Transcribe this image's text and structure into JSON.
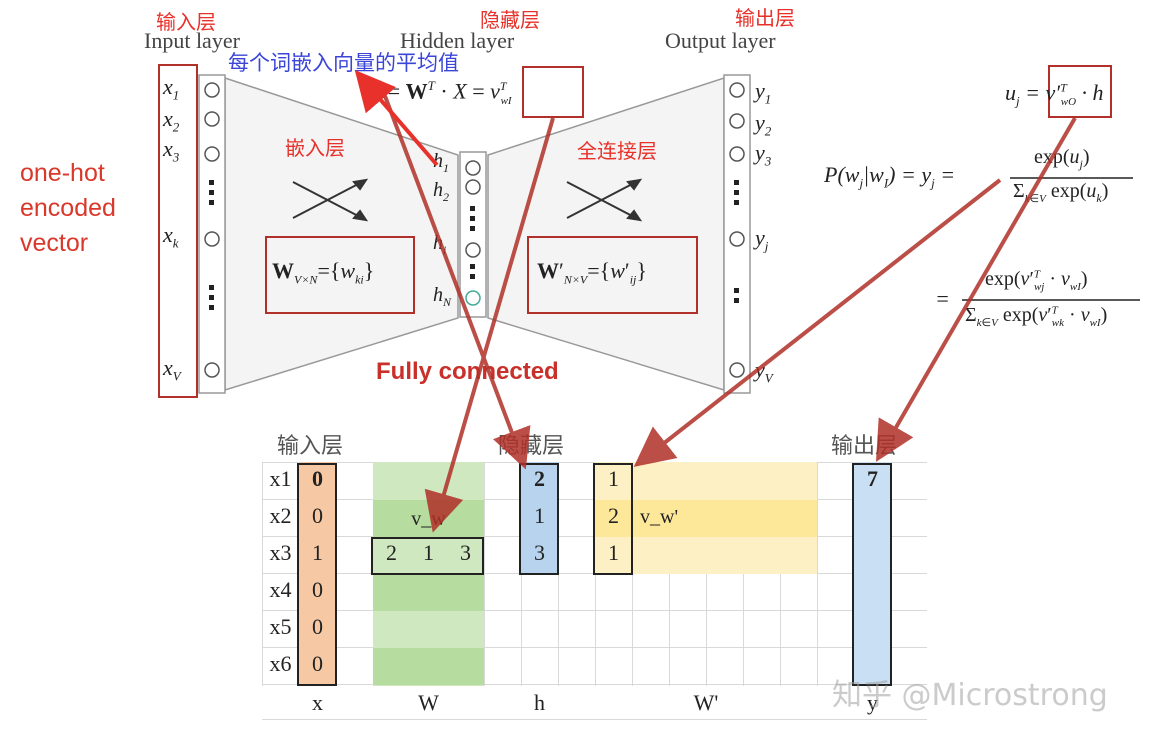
{
  "top": {
    "cn_input": "输入层",
    "cn_hidden": "隐藏层",
    "cn_output": "输出层",
    "input_layer": "Input layer",
    "hidden_layer": "Hidden layer",
    "output_layer": "Output layer",
    "blue_note": "每个词嵌入向量的平均值",
    "one_hot": [
      "one-hot",
      "encoded",
      "vector"
    ],
    "embed": "嵌入层",
    "fullconn": "全连接层",
    "fully_connected": "Fully connected",
    "x_labels": [
      "x1",
      "x2",
      "x3",
      "xk",
      "xV"
    ],
    "h_labels": [
      "h1",
      "h2",
      "hi",
      "hN"
    ],
    "y_labels": [
      "y1",
      "y2",
      "y3",
      "yj",
      "yV"
    ],
    "w_matrix": "W_{V×N}={w_ki}",
    "w_prime_matrix": "W'_{N×V}={w'_ij}",
    "h_formula": "h = W^T · X = v_wI^T",
    "u_formula": "u_j = v'_wO^T · h",
    "p_formula": "P(w_j|w_I) = y_j = exp(u_j) / Σ_{k∈V} exp(u_k)",
    "p_formula2": "= exp(v'_wj^T · v_wI) / Σ_{k∈V} exp(v'_wk^T · v_wI)"
  },
  "bottom": {
    "cn_input": "输入层",
    "cn_hidden": "隐藏层",
    "cn_output": "输出层",
    "row_labels": [
      "x1",
      "x2",
      "x3",
      "x4",
      "x5",
      "x6"
    ],
    "x_values": [
      "0",
      "0",
      "1",
      "0",
      "0",
      "0"
    ],
    "w_label": "v_w",
    "w_row": [
      "2",
      "1",
      "3"
    ],
    "h_values": [
      "2",
      "1",
      "3"
    ],
    "wp_values": [
      "1",
      "2",
      "1"
    ],
    "wp_label": "v_w'",
    "y_value": "7",
    "col_labels": [
      "x",
      "W",
      "h",
      "W'",
      "y"
    ],
    "watermark": "知乎 @Microstrong"
  },
  "colors": {
    "red": "#e8312a",
    "box": "#b2302a",
    "blue": "#3b45d8",
    "green": "#b6dca0",
    "yellow": "#fde89a",
    "orange": "#f6c8a4",
    "lightblue": "#b7d3ee"
  }
}
